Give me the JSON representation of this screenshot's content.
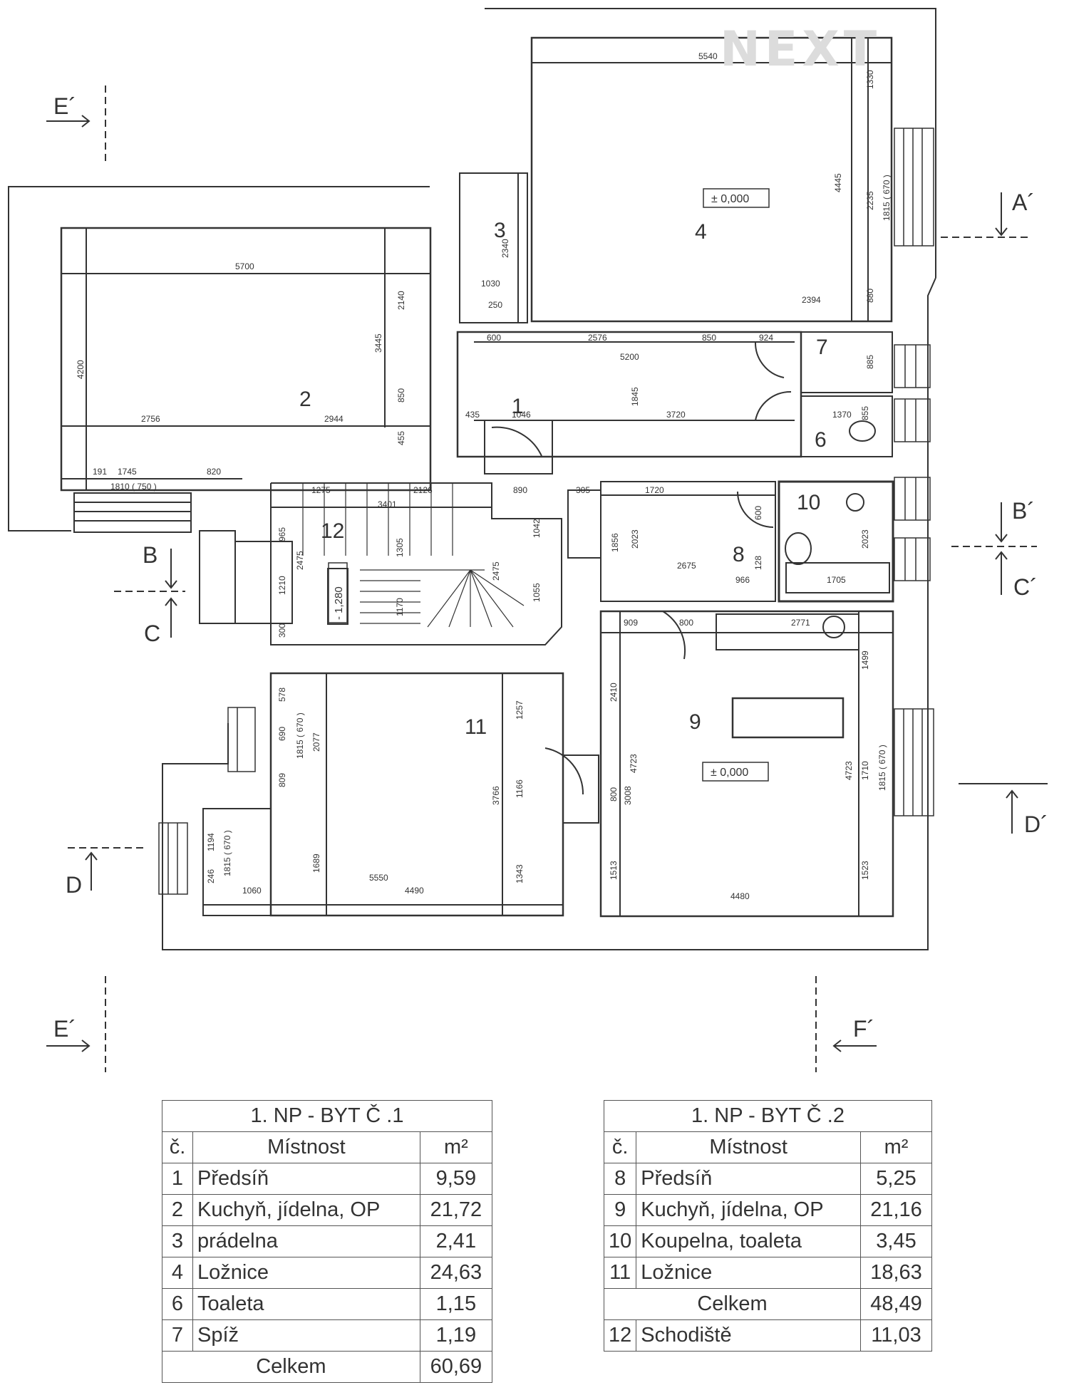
{
  "logo": "NEXT",
  "section_labels": {
    "e_top": "E´",
    "e_bottom": "E´",
    "a": "A´",
    "b_left": "B",
    "c_left": "C",
    "b_right": "B´",
    "c_right": "C´",
    "d_left": "D",
    "d_right": "D´",
    "f": "F´"
  },
  "room_numbers": [
    "1",
    "2",
    "3",
    "4",
    "6",
    "7",
    "8",
    "9",
    "10",
    "11",
    "12"
  ],
  "levels": {
    "room4": "± 0,000",
    "room9": "± 0,000",
    "stair": "- 1,280"
  },
  "dimensions": {
    "d5540": "5540",
    "d1330": "1330",
    "d4445": "4445",
    "d2235": "2235",
    "d1815a": "1815 ( 670 )",
    "d880": "880",
    "d2394": "2394",
    "d2340": "2340",
    "d1030": "1030",
    "d250": "250",
    "d5700": "5700",
    "d4200": "4200",
    "d2140": "2140",
    "d3445": "3445",
    "d850": "850",
    "d455": "455",
    "d2756": "2756",
    "d2944": "2944",
    "d191": "191",
    "d1745": "1745",
    "d820": "820",
    "d1810": "1810 ( 750 )",
    "d600": "600",
    "d2576": "2576",
    "d850b": "850",
    "d924": "924",
    "d5200": "5200",
    "d885": "885",
    "d1845": "1845",
    "d435": "435",
    "d1046": "1046",
    "d3720": "3720",
    "d1370": "1370",
    "d855": "855",
    "d1275": "1275",
    "d2126": "2126",
    "d3401": "3401",
    "d890": "890",
    "d965": "965",
    "d1305": "1305",
    "d2475a": "2475",
    "d2475b": "2475",
    "d1042": "1042",
    "d1210": "1210",
    "d1170": "1170",
    "d1055": "1055",
    "d300": "300",
    "d305": "305",
    "d1720": "1720",
    "d600b": "600",
    "d1856": "1856",
    "d2023a": "2023",
    "d2675": "2675",
    "d128": "128",
    "d966": "966",
    "d2023b": "2023",
    "d1705": "1705",
    "d909": "909",
    "d800": "800",
    "d2771": "2771",
    "d1499": "1499",
    "d2410": "2410",
    "d4723a": "4723",
    "d800b": "800",
    "d3008": "3008",
    "d4723b": "4723",
    "d1710": "1710",
    "d1815b": "1815 ( 670 )",
    "d1513": "1513",
    "d4480": "4480",
    "d1523": "1523",
    "d578": "578",
    "d690": "690",
    "d1815c": "1815 ( 670 )",
    "d2077": "2077",
    "d1257": "1257",
    "d3766": "3766",
    "d1166": "1166",
    "d809": "809",
    "d1689": "1689",
    "d1343": "1343",
    "d5550": "5550",
    "d4490": "4490",
    "d1060": "1060",
    "d1194": "1194",
    "d246": "246",
    "d1815d": "1815 ( 670 )"
  },
  "table1": {
    "title": "1. NP - BYT Č .1",
    "col_no": "č.",
    "col_room": "Místnost",
    "col_area": "m²",
    "rows": [
      {
        "no": "1",
        "room": "Předsíň",
        "area": "9,59"
      },
      {
        "no": "2",
        "room": "Kuchyň, jídelna, OP",
        "area": "21,72"
      },
      {
        "no": "3",
        "room": "prádelna",
        "area": "2,41"
      },
      {
        "no": "4",
        "room": "Ložnice",
        "area": "24,63"
      },
      {
        "no": "6",
        "room": "Toaleta",
        "area": "1,15"
      },
      {
        "no": "7",
        "room": "Spíž",
        "area": "1,19"
      }
    ],
    "total_label": "Celkem",
    "total": "60,69"
  },
  "table2": {
    "title": "1. NP - BYT Č .2",
    "col_no": "č.",
    "col_room": "Místnost",
    "col_area": "m²",
    "rows": [
      {
        "no": "8",
        "room": "Předsíň",
        "area": "5,25"
      },
      {
        "no": "9",
        "room": "Kuchyň, jídelna, OP",
        "area": "21,16"
      },
      {
        "no": "10",
        "room": "Koupelna, toaleta",
        "area": "3,45"
      },
      {
        "no": "11",
        "room": "Ložnice",
        "area": "18,63"
      }
    ],
    "total_label": "Celkem",
    "total": "48,49",
    "extra": {
      "no": "12",
      "room": "Schodiště",
      "area": "11,03"
    }
  }
}
